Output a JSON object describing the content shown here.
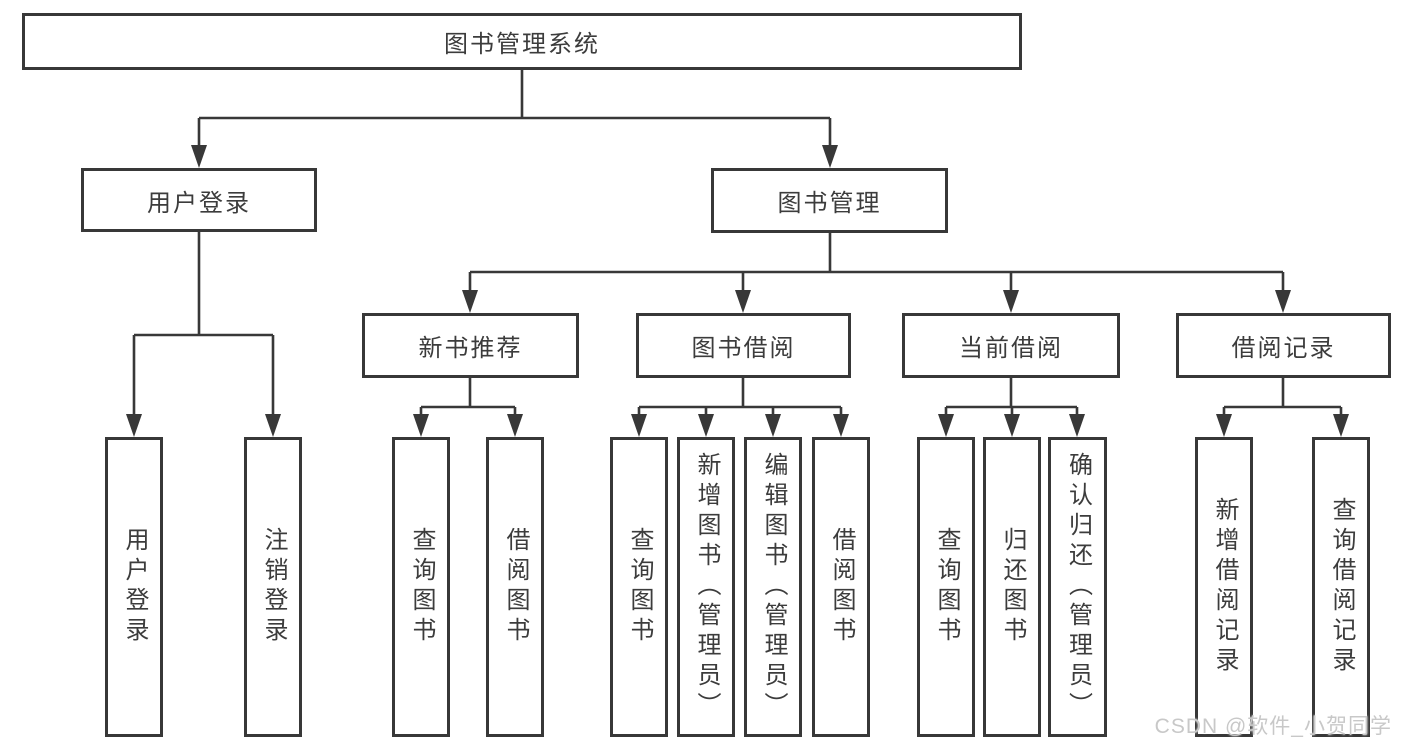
{
  "diagram": {
    "root": "图书管理系统",
    "branches": [
      {
        "label": "用户登录",
        "children_labels": [
          "用户登录",
          "注销登录"
        ]
      },
      {
        "label": "图书管理"
      }
    ],
    "modules": [
      {
        "label": "新书推荐",
        "children": [
          "查询图书",
          "借阅图书"
        ]
      },
      {
        "label": "图书借阅",
        "children": [
          "查询图书",
          "新增图书（管理员）",
          "编辑图书（管理员）",
          "借阅图书"
        ]
      },
      {
        "label": "当前借阅",
        "children": [
          "查询图书",
          "归还图书",
          "确认归还（管理员）"
        ]
      },
      {
        "label": "借阅记录",
        "children": [
          "新增借阅记录",
          "查询借阅记录"
        ]
      }
    ]
  },
  "watermark": "CSDN @软件_小贺同学",
  "colors": {
    "background": "#ffffff",
    "line": "#383838",
    "box_border": "#383838",
    "text": "#3c3c3c",
    "watermark": "#c8c8c8"
  }
}
